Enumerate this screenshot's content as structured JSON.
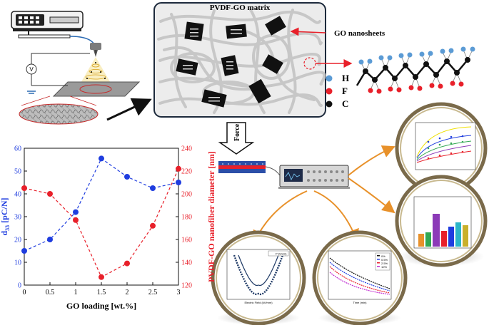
{
  "matrix": {
    "title": "PVDF-GO matrix",
    "go_label": "GO nanosheets"
  },
  "legend": {
    "h": "H",
    "f": "F",
    "c": "C",
    "colors": {
      "h": "#5b9bd5",
      "f": "#e8202a",
      "c": "#111111"
    }
  },
  "force_label": "Force",
  "chart_data": {
    "type": "line",
    "x": [
      0,
      0.5,
      1,
      1.5,
      2,
      2.5,
      3
    ],
    "xlabel": "GO loading  [wt.%]",
    "xlim": [
      0,
      3
    ],
    "xticks": [
      "0",
      "0.5",
      "1",
      "1.5",
      "2",
      "2.5",
      "3"
    ],
    "y_left": {
      "label": "d33 [pC/N]",
      "label_main": "d",
      "label_sub": "33",
      "label_rest": " [pC/N]",
      "color": "#1f3ddf",
      "lim": [
        0,
        60
      ],
      "ticks": [
        "0",
        "10",
        "20",
        "30",
        "40",
        "50",
        "60"
      ],
      "values": [
        15,
        20,
        32,
        55.5,
        47.5,
        42.5,
        45
      ]
    },
    "y_right": {
      "label": "PVDF-GO nanofiber diameter [nm]",
      "color": "#e8202a",
      "lim": [
        120,
        240
      ],
      "ticks": [
        "120",
        "140",
        "160",
        "180",
        "200",
        "220",
        "240"
      ],
      "values": [
        205,
        200,
        177,
        127,
        139,
        172,
        222
      ]
    },
    "grid": false
  },
  "insets": {
    "hysteresis_legend": "P (S/cm)",
    "hysteresis_xlabel": "Electric Field (kV/mm)",
    "decay_legend": [
      "0%",
      "0.5%",
      "2.5%",
      "10%"
    ],
    "decay_xlabel": "Time (min)"
  }
}
